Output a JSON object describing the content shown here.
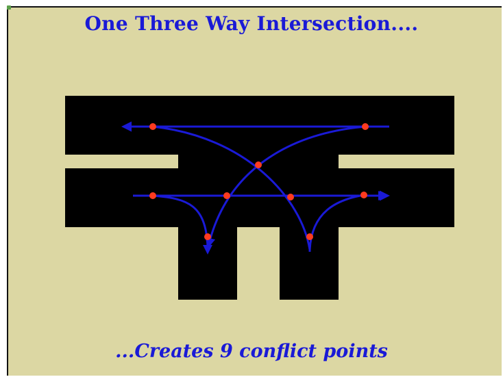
{
  "slide": {
    "title": "One Three Way Intersection....",
    "subtitle": "...Creates 9 conflict points"
  },
  "colors": {
    "background": "#dcd7a3",
    "road": "#000000",
    "path": "#1a1ad6",
    "conflict_point": "#ff3b1f",
    "text": "#1a1ad6"
  },
  "diagram": {
    "conflict_point_count": 9,
    "icons": [
      "arrow-left-icon",
      "arrow-right-icon",
      "arrow-down-icon"
    ]
  }
}
